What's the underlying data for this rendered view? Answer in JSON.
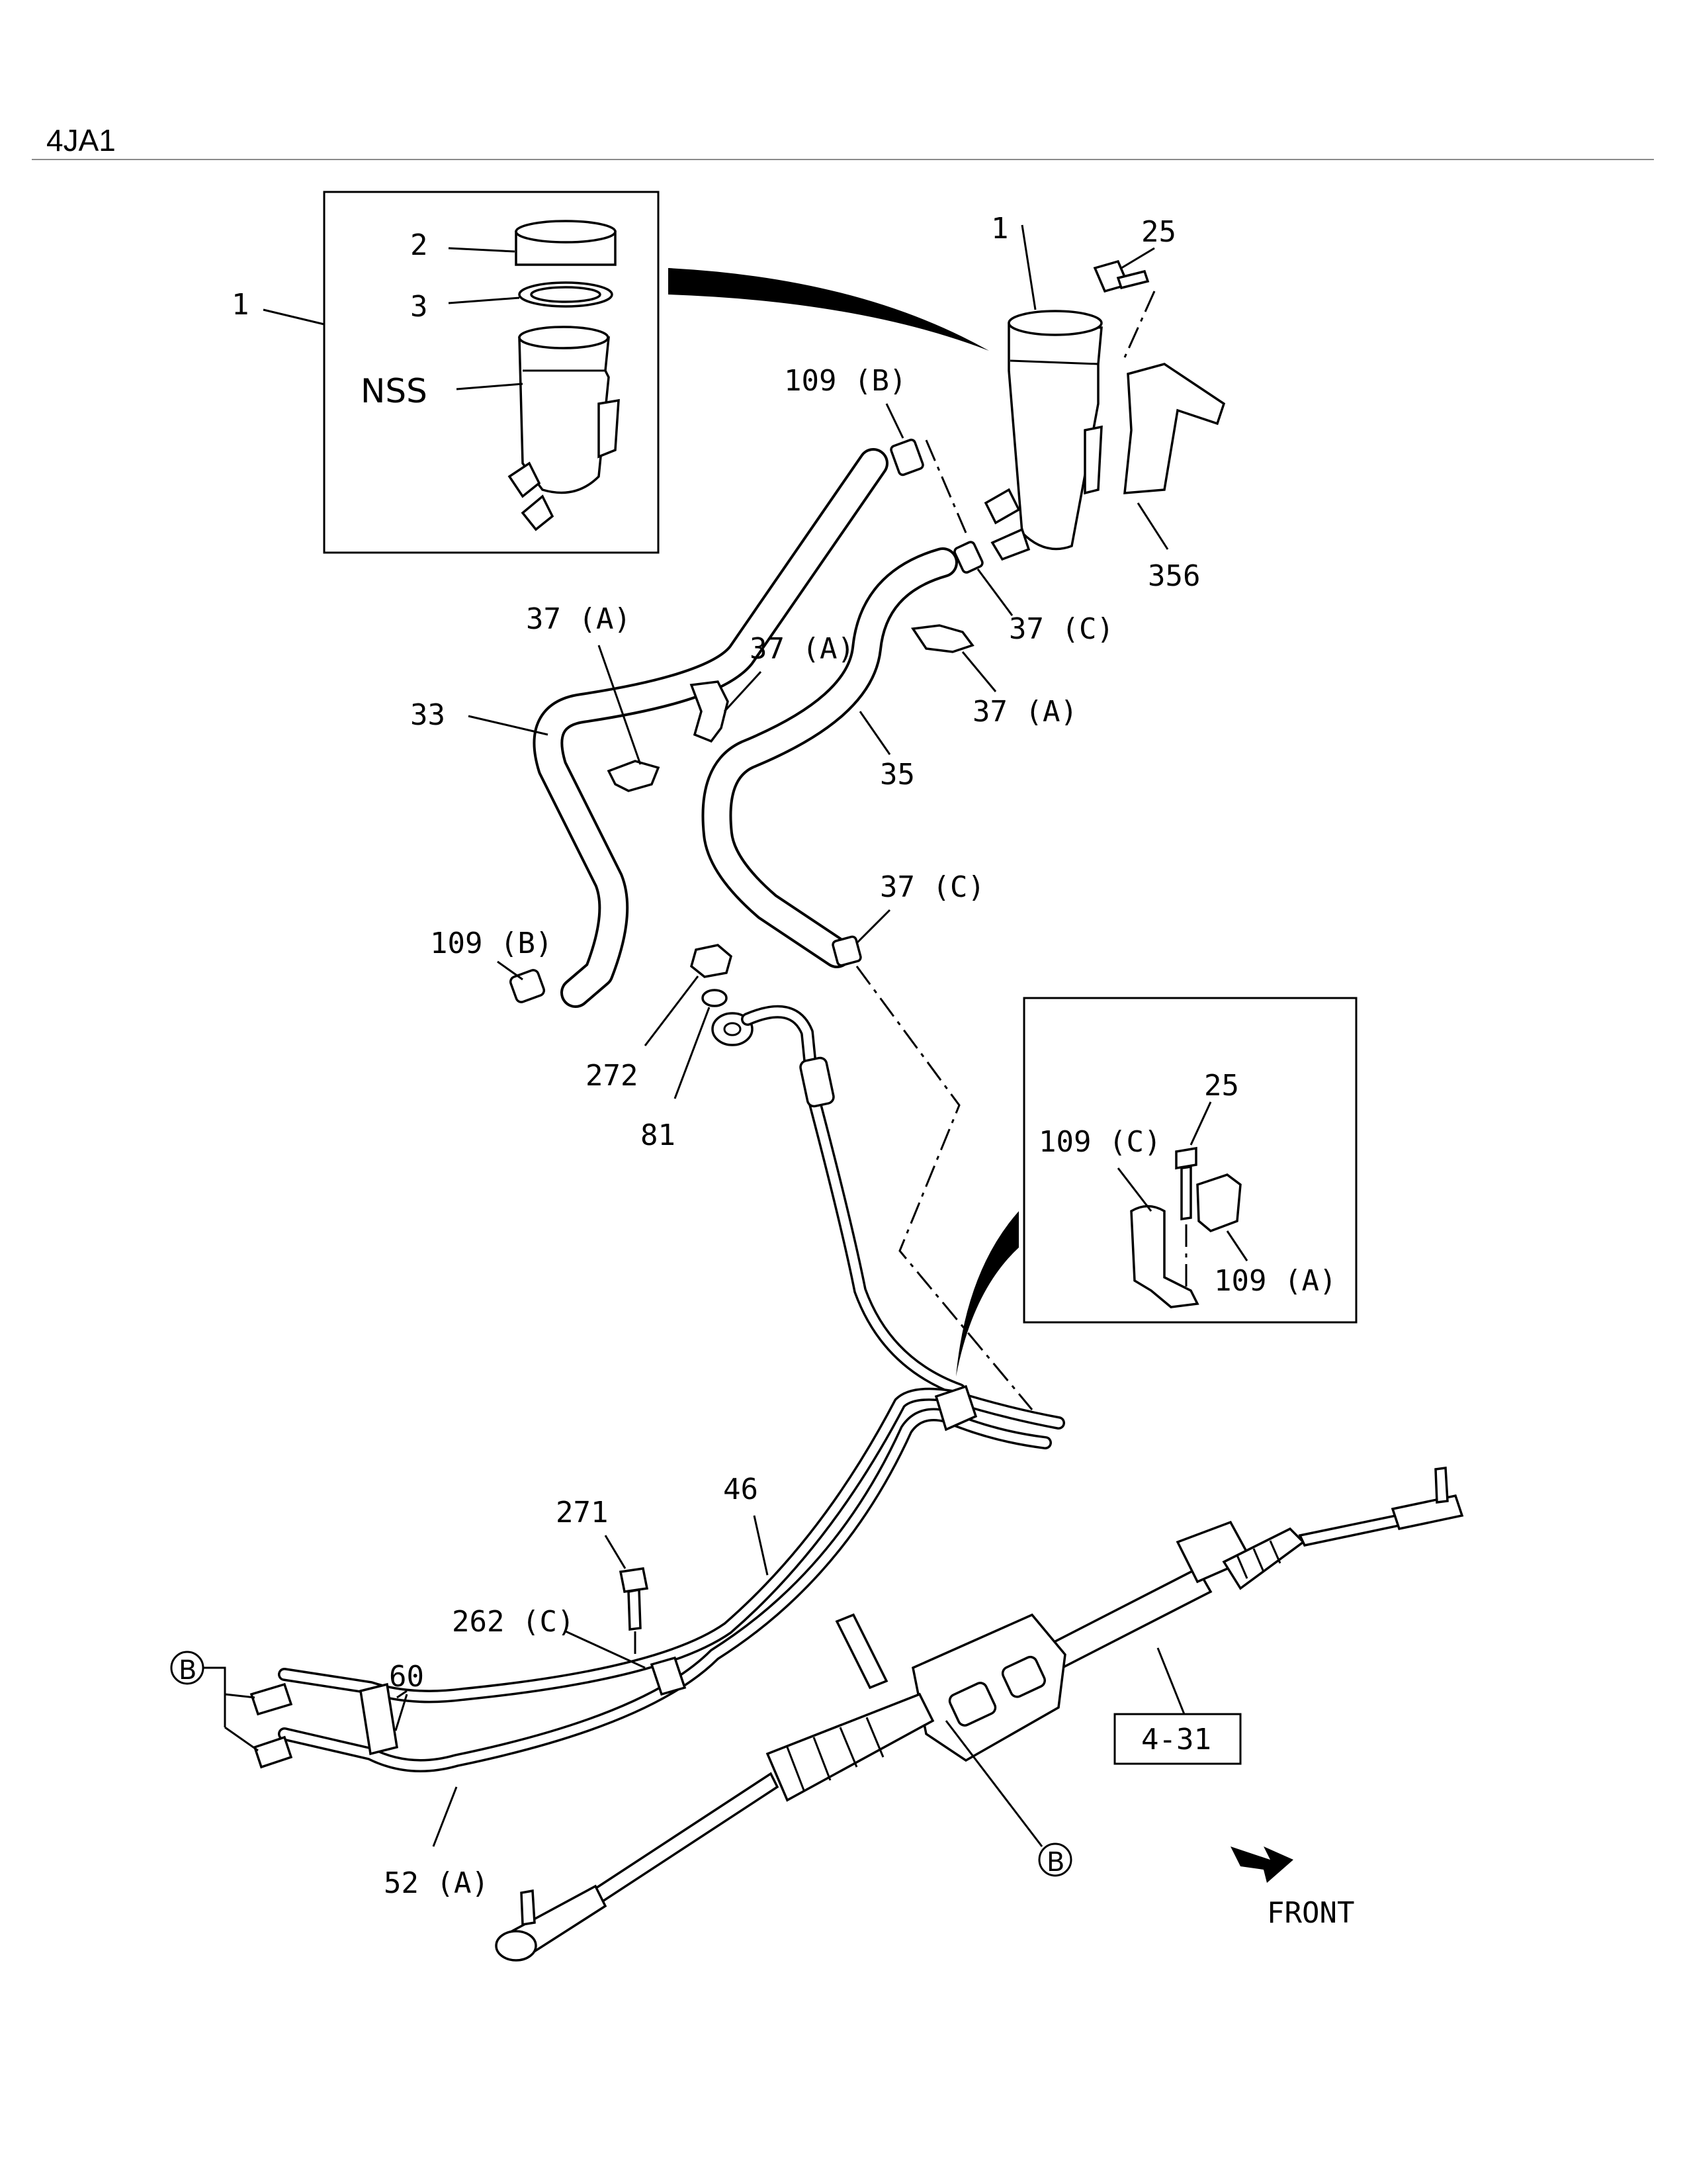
{
  "header": {
    "model": "4JA1"
  },
  "inset_reservoir": {
    "labels": [
      "1",
      "2",
      "3",
      "NSS"
    ]
  },
  "inset_bracket": {
    "labels": [
      "25",
      "109 (C)",
      "109 (A)"
    ]
  },
  "callouts": {
    "reservoir": "1",
    "bolt_top": "25",
    "bracket": "356",
    "clip_top": "109 (B)",
    "clamp_c_top": "37 (C)",
    "clamp_a_right": "37 (A)",
    "clamp_a_mid": "37 (A)",
    "clamp_a_left": "37 (A)",
    "hose_return": "33",
    "hose_suction": "35",
    "clip_bottom": "109 (B)",
    "clamp_c_mid": "37 (C)",
    "nut": "272",
    "washer": "81",
    "bolt_mid": "271",
    "pipe_46": "46",
    "clip_262": "262 (C)",
    "pipe_60": "60",
    "pipe_52": "52 (A)",
    "ref_box": "4-31",
    "circle_b_left": "B",
    "circle_b_right": "B",
    "front": "FRONT"
  }
}
